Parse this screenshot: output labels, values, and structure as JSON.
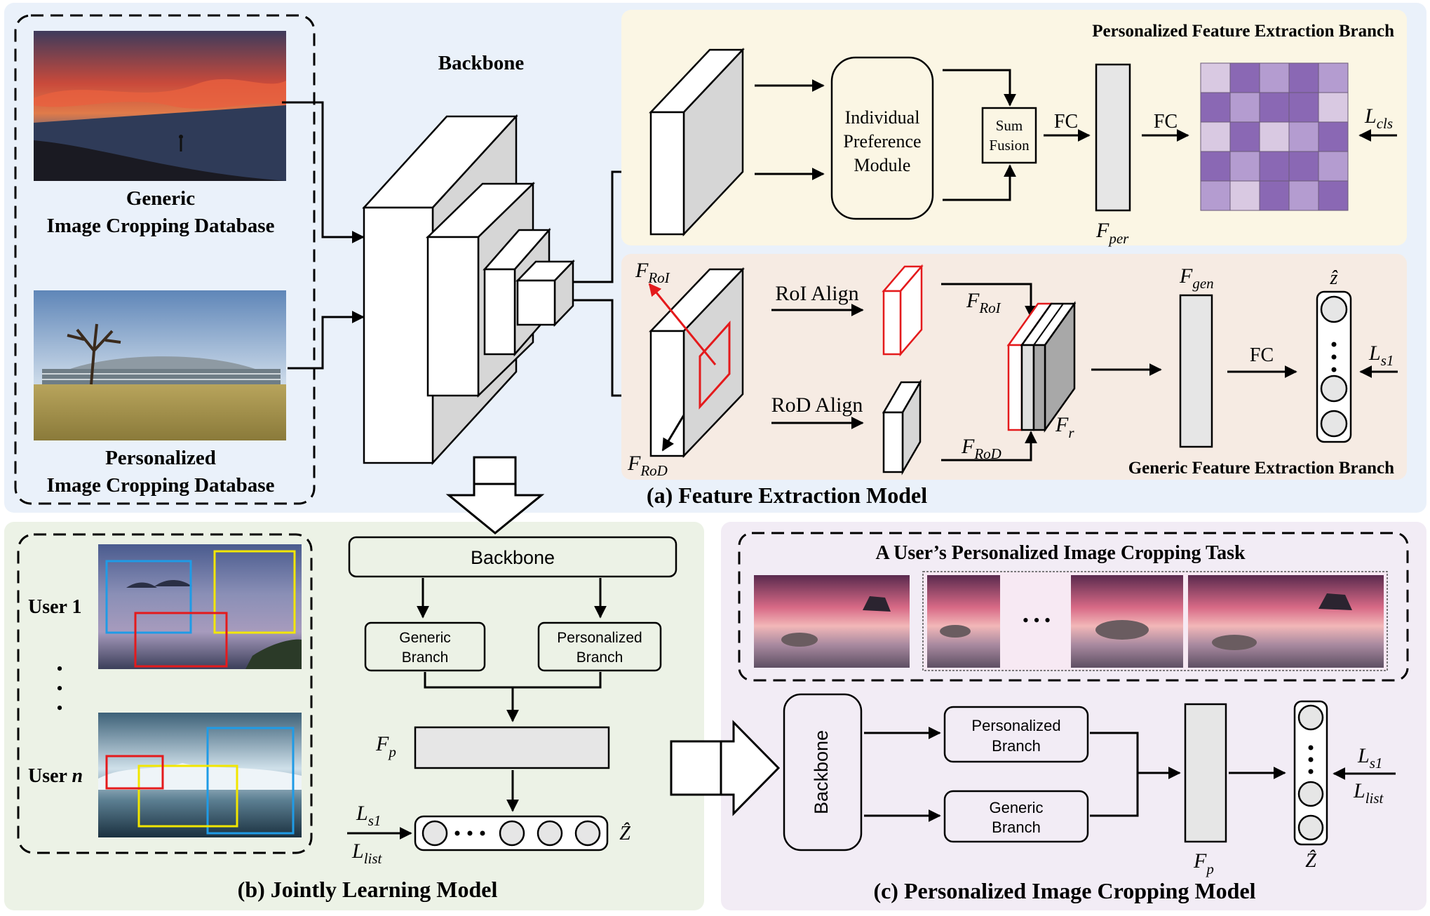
{
  "colors": {
    "panel_a": "#eaf1fa",
    "panel_b": "#ecf2e6",
    "panel_c": "#f2ecf5",
    "personalized_branch_bg": "#fbf6e4",
    "generic_branch_bg": "#f6ebe3",
    "heatmap_dark": "#8a68b4",
    "heatmap_mid": "#b49cd0",
    "heatmap_light": "#d9c9e2",
    "box_red": "#e41a1c",
    "box_yellow": "#f2e600",
    "box_blue": "#1f9be6"
  },
  "panel_a": {
    "caption": "(a) Feature Extraction Model",
    "generic_db_line1": "Generic",
    "generic_db_line2": "Image Cropping Database",
    "personalized_db_line1": "Personalized",
    "personalized_db_line2": "Image Cropping Database",
    "backbone_label": "Backbone",
    "personalized_branch": {
      "title": "Personalized Feature Extraction Branch",
      "ipm_line1": "Individual",
      "ipm_line2": "Preference",
      "ipm_line3": "Module",
      "sum_line1": "Sum",
      "sum_line2": "Fusion",
      "fc1": "FC",
      "fc2": "FC",
      "f_per_main": "F",
      "f_per_sub": "per",
      "loss_main": "L",
      "loss_sub": "cls"
    },
    "generic_branch": {
      "title": "Generic Feature Extraction Branch",
      "roi_align": "RoI Align",
      "rod_align": "RoD Align",
      "froi_main": "F",
      "froi_sub": "RoI",
      "frod_main": "F",
      "frod_sub": "RoD",
      "fr_main": "F",
      "fr_sub": "r",
      "fgen_main": "F",
      "fgen_sub": "gen",
      "fc": "FC",
      "zhat": "ẑ",
      "loss_main": "L",
      "loss_sub": "s1"
    }
  },
  "panel_b": {
    "caption": "(b) Jointly Learning Model",
    "user1": "User 1",
    "usern_prefix": "User ",
    "usern_var": "n",
    "dots": "•",
    "backbone": "Backbone",
    "generic_line1": "Generic",
    "generic_line2": "Branch",
    "personalized_line1": "Personalized",
    "personalized_line2": "Branch",
    "fp_main": "F",
    "fp_sub": "p",
    "loss1_main": "L",
    "loss1_sub": "s1",
    "loss2_main": "L",
    "loss2_sub": "list",
    "zhat": "Ẑ"
  },
  "panel_c": {
    "caption": "(c) Personalized Image Cropping Model",
    "task_title": "A User’s Personalized Image Cropping Task",
    "backbone": "Backbone",
    "personalized_line1": "Personalized",
    "personalized_line2": "Branch",
    "generic_line1": "Generic",
    "generic_line2": "Branch",
    "fp_main": "F",
    "fp_sub": "p",
    "loss1_main": "L",
    "loss1_sub": "s1",
    "loss2_main": "L",
    "loss2_sub": "list",
    "zhat": "Ẑ",
    "ellipsis": "• • •"
  },
  "heatmap": {
    "rows": 5,
    "cols": 5,
    "levels": [
      [
        2,
        0,
        1,
        0,
        1
      ],
      [
        0,
        1,
        0,
        0,
        2
      ],
      [
        2,
        0,
        2,
        1,
        0
      ],
      [
        0,
        1,
        0,
        0,
        1
      ],
      [
        1,
        2,
        0,
        1,
        0
      ]
    ]
  }
}
